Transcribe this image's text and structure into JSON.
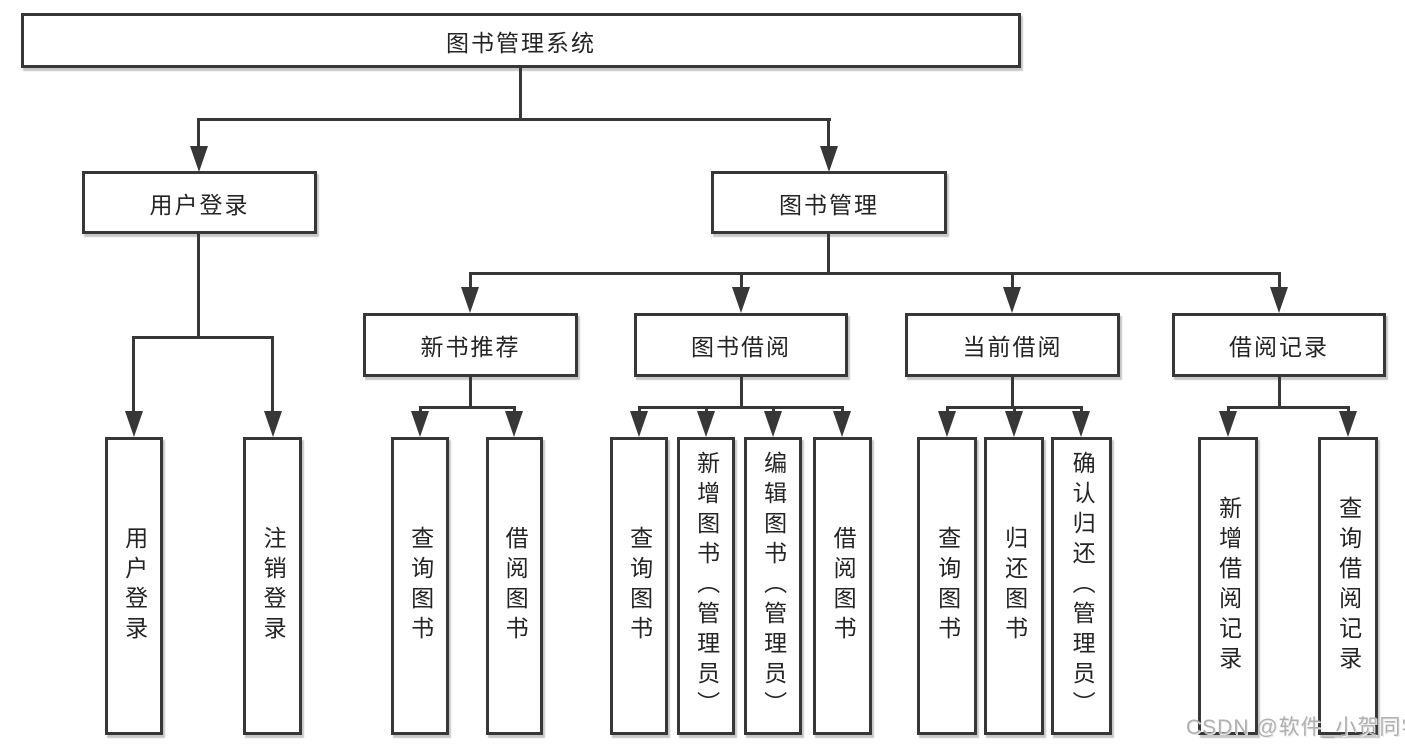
{
  "diagram": {
    "type": "tree",
    "root": {
      "label": "图书管理系统",
      "children": [
        {
          "label": "用户登录",
          "children": [
            {
              "label": "用户登录"
            },
            {
              "label": "注销登录"
            }
          ]
        },
        {
          "label": "图书管理",
          "children": [
            {
              "label": "新书推荐",
              "children": [
                {
                  "label": "查询图书"
                },
                {
                  "label": "借阅图书"
                }
              ]
            },
            {
              "label": "图书借阅",
              "children": [
                {
                  "label": "查询图书"
                },
                {
                  "label": "新增图书（管理员）"
                },
                {
                  "label": "编辑图书（管理员）"
                },
                {
                  "label": "借阅图书"
                }
              ]
            },
            {
              "label": "当前借阅",
              "children": [
                {
                  "label": "查询图书"
                },
                {
                  "label": "归还图书"
                },
                {
                  "label": "确认归还（管理员）"
                }
              ]
            },
            {
              "label": "借阅记录",
              "children": [
                {
                  "label": "新增借阅记录"
                },
                {
                  "label": "查询借阅记录"
                }
              ]
            }
          ]
        }
      ]
    },
    "colors": {
      "line": "#373737",
      "text": "#242424",
      "box_background": "#ffffff",
      "box_shadow": "#c8c8c8"
    }
  },
  "watermark": {
    "text": "CSDN @软件_小贺同学",
    "color": "#b0b0b0"
  }
}
